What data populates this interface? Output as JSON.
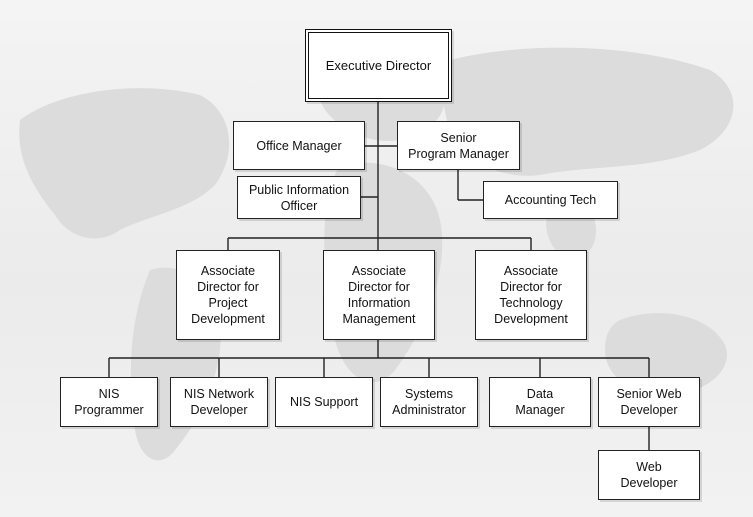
{
  "org_chart": {
    "executive_director": "Executive Director",
    "office_manager": "Office Manager",
    "senior_program_manager": "Senior\nProgram Manager",
    "public_information_officer": "Public Information\nOfficer",
    "accounting_tech": "Accounting Tech",
    "assoc_dir_project_dev": "Associate\nDirector for\nProject\nDevelopment",
    "assoc_dir_info_mgmt": "Associate\nDirector for\nInformation\nManagement",
    "assoc_dir_tech_dev": "Associate\nDirector for\nTechnology\nDevelopment",
    "nis_programmer": "NIS\nProgrammer",
    "nis_network_developer": "NIS Network\nDeveloper",
    "nis_support": "NIS Support",
    "systems_administrator": "Systems\nAdministrator",
    "data_manager": "Data\nManager",
    "senior_web_developer": "Senior Web\nDeveloper",
    "web_developer": "Web\nDeveloper"
  }
}
